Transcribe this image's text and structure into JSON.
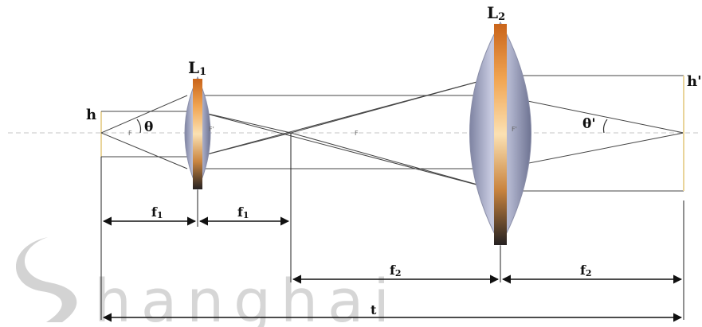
{
  "watermark": {
    "text": "hanghai"
  },
  "lenses": {
    "l1": {
      "label": "L",
      "subscript": "1"
    },
    "l2": {
      "label": "L",
      "subscript": "2"
    }
  },
  "labels": {
    "object_height": "h",
    "image_height": "h'",
    "angle_object": "θ",
    "angle_image": "θ'",
    "focal_1_left": {
      "main": "f",
      "sub": "1"
    },
    "focal_1_right": {
      "main": "f",
      "sub": "1"
    },
    "focal_2_left": {
      "main": "f",
      "sub": "2"
    },
    "focal_2_right": {
      "main": "f",
      "sub": "2"
    },
    "total_length": "t",
    "focal_point_marks": [
      "F",
      "F'",
      "F",
      "F'"
    ]
  },
  "colors": {
    "lens_body": "#9fa3bd",
    "lens_core_top": "#d8741d",
    "lens_core_mid": "#f6c07a",
    "lens_core_bottom": "#2d2a2a",
    "ray_line": "#444444",
    "axis": "#bfbfbf",
    "image_bar": "#e9d49a"
  }
}
